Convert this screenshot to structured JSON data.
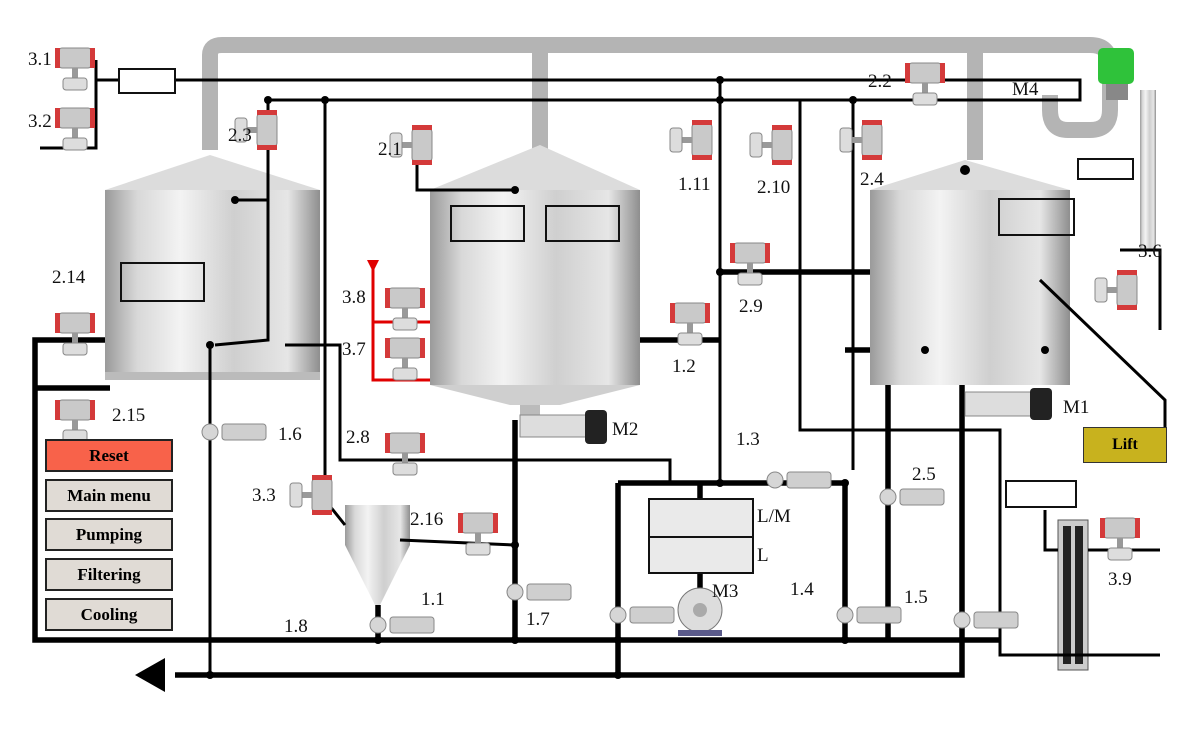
{
  "buttons": {
    "reset": "Reset",
    "main_menu": "Main menu",
    "pumping": "Pumping",
    "filtering": "Filtering",
    "cooling": "Cooling",
    "lift": "Lift"
  },
  "valves": {
    "v3_1": "3.1",
    "v3_2": "3.2",
    "v2_3": "2.3",
    "v2_1": "2.1",
    "v1_11": "1.11",
    "v2_10": "2.10",
    "v2_4": "2.4",
    "v2_2": "2.2",
    "v3_6": "3.6",
    "v2_14": "2.14",
    "v2_15": "2.15",
    "v3_8": "3.8",
    "v3_7": "3.7",
    "v1_2": "1.2",
    "v2_9": "2.9",
    "v1_6": "1.6",
    "v2_8": "2.8",
    "v1_3": "1.3",
    "v2_5": "2.5",
    "v3_3": "3.3",
    "v2_16": "2.16",
    "v1_1": "1.1",
    "v1_7": "1.7",
    "v1_4": "1.4",
    "v1_5": "1.5",
    "v1_8": "1.8",
    "v3_9": "3.9"
  },
  "motors": {
    "m1": "M1",
    "m2": "M2",
    "m3": "M3",
    "m4": "M4"
  },
  "level": {
    "high": "L/M",
    "low": "L"
  },
  "colors": {
    "reset": "#f8624a",
    "button": "#e0dbd5",
    "lift": "#c8b21e",
    "pipe_main": "#000000",
    "pipe_gas": "#b4b4b4",
    "pipe_hot": "#e00000"
  }
}
